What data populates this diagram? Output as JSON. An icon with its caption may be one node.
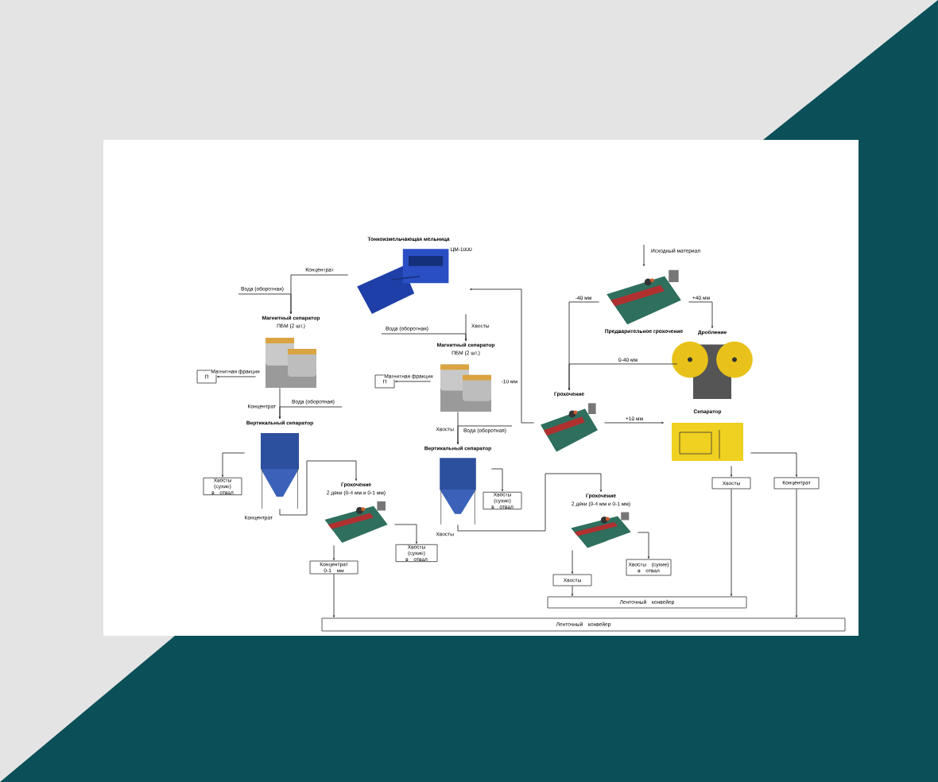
{
  "diagram": {
    "nodes": [
      {
        "text": [
          "Тонкоизмельчающая мельница"
        ],
        "beside": [
          "ЦМ-1000"
        ]
      },
      {
        "text": [
          "Магнитный сепаратор",
          "ПБМ (2 шт.)"
        ]
      },
      {
        "text": [
          "П"
        ]
      },
      {
        "text": [
          "Вертикальный сепаратор"
        ]
      },
      {
        "text": [
          "Хвосты (сухие) в отвал"
        ]
      },
      {
        "text": [
          "Грохочение",
          "2 деки (0-4 мм и 0-1 мм)"
        ]
      },
      {
        "text": [
          "Хвосты (сухие) в отвал"
        ]
      },
      {
        "text": [
          "Концентрат 0-1 мм"
        ]
      },
      {
        "text": [
          "Магнитный сепаратор",
          "ПБМ (2 шт.)"
        ]
      },
      {
        "text": [
          "П"
        ]
      },
      {
        "text": [
          "Вертикальный сепаратор"
        ]
      },
      {
        "text": [
          "Хвосты (сухие) в отвал"
        ]
      },
      {
        "text": [
          "Предварительное грохочение"
        ]
      },
      {
        "text": [
          "Дробление"
        ]
      },
      {
        "text": [
          "Грохочение"
        ]
      },
      {
        "text": [
          "Сепаратор"
        ]
      },
      {
        "text": [
          "Грохочение",
          "2 деки (0-4 мм и 0-1 мм)"
        ]
      },
      {
        "text": [
          "Хвосты (сухие) в отвал"
        ]
      },
      {
        "text": [
          "Хвосты"
        ]
      },
      {
        "text": [
          "Хвосты"
        ]
      },
      {
        "text": [
          "Концентрат"
        ]
      },
      {
        "text": [
          "Ленточный конвейер"
        ]
      },
      {
        "text": [
          "Ленточный конвейер"
        ]
      }
    ],
    "edges": [
      {
        "from": null,
        "to": 12,
        "arrow": "to",
        "label": "Исходный материал"
      },
      {
        "from": 12,
        "to": 13,
        "arrow": "to",
        "label": "+40 мм"
      },
      {
        "from": 13,
        "to": 14,
        "arrow": "to",
        "label": "0-40 мм"
      },
      {
        "from": 12,
        "to": 14,
        "arrow": "to",
        "label": "-40 мм"
      },
      {
        "from": 14,
        "to": 15,
        "arrow": "to",
        "label": "+10 мм"
      },
      {
        "from": 14,
        "to": 0,
        "arrow": "to",
        "label": "-10 мм"
      },
      {
        "from": 0,
        "to": 1,
        "arrow": "to",
        "label": "Концентрат"
      },
      {
        "from": null,
        "to": 1,
        "arrow": "to",
        "label": "Вода (оборотная)"
      },
      {
        "from": 0,
        "to": 8,
        "arrow": "to",
        "label": "Хвосты"
      },
      {
        "from": null,
        "to": 8,
        "arrow": "to",
        "label": "Вода (оборотная)"
      },
      {
        "from": 1,
        "to": 2,
        "arrow": "to",
        "label": "Магнитная фракция"
      },
      {
        "from": 1,
        "to": 3,
        "arrow": "to",
        "label": "Концентрат"
      },
      {
        "from": null,
        "to": 3,
        "arrow": "to",
        "label": "Вода (оборотная)"
      },
      {
        "from": 8,
        "to": 9,
        "arrow": "to",
        "label": "Магнитная фракция"
      },
      {
        "from": 8,
        "to": 10,
        "arrow": "to",
        "label": "Хвосты"
      },
      {
        "from": null,
        "to": 10,
        "arrow": "to",
        "label": "Вода (оборотная)"
      },
      {
        "from": 3,
        "to": 4,
        "arrow": "to"
      },
      {
        "from": 3,
        "to": 5,
        "arrow": "to",
        "label": "Концентрат"
      },
      {
        "from": 5,
        "to": 6,
        "arrow": "to"
      },
      {
        "from": 5,
        "to": 7,
        "arrow": "to"
      },
      {
        "from": 10,
        "to": 11,
        "arrow": "to"
      },
      {
        "from": 10,
        "to": 16,
        "arrow": "to",
        "label": "Хвосты"
      },
      {
        "from": 16,
        "to": 17,
        "arrow": "to"
      },
      {
        "from": 16,
        "to": 18,
        "arrow": "to"
      },
      {
        "from": 15,
        "to": 19,
        "arrow": "to"
      },
      {
        "from": 15,
        "to": 20,
        "arrow": "to"
      },
      {
        "from": 18,
        "to": 21,
        "arrow": "to"
      },
      {
        "from": 19,
        "to": 21,
        "arrow": "to"
      },
      {
        "from": 7,
        "to": 22,
        "arrow": "to"
      },
      {
        "from": 20,
        "to": 22,
        "arrow": "to"
      }
    ]
  }
}
